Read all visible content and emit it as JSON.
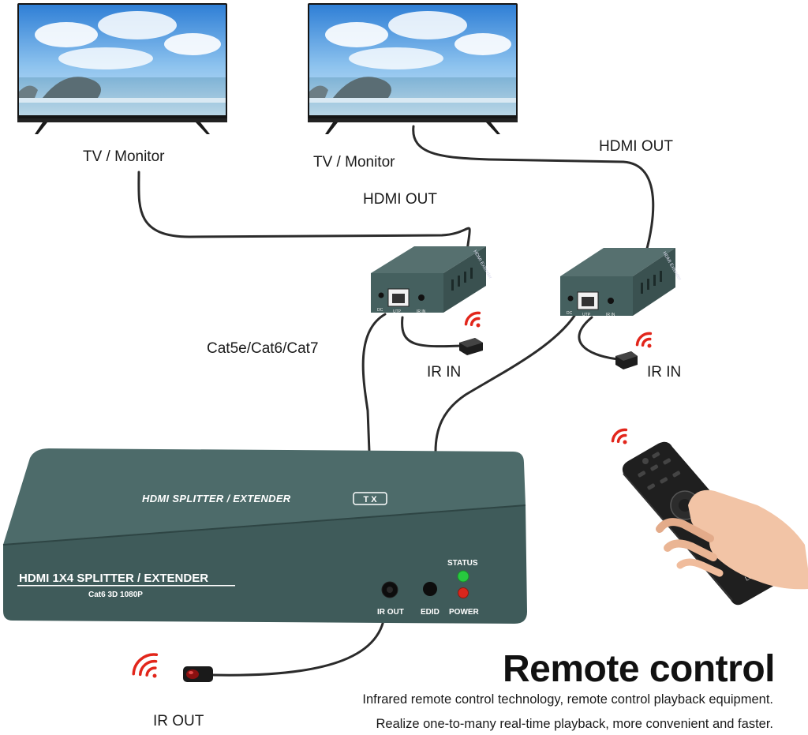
{
  "displays": [
    {
      "label": "TV / Monitor"
    },
    {
      "label": "TV / Monitor"
    }
  ],
  "connections": {
    "hdmi_out_1": "HDMI OUT",
    "hdmi_out_2": "HDMI OUT",
    "cable": "Cat5e/Cat6/Cat7",
    "ir_in_1": "IR IN",
    "ir_in_2": "IR IN",
    "ir_out": "IR OUT"
  },
  "transmitter": {
    "top_label": "HDMI SPLITTER / EXTENDER",
    "top_badge": "T X",
    "front_title": "HDMI 1X4 SPLITTER / EXTENDER",
    "front_subtitle": "Cat6  3D  1080P",
    "port_ir_out": "IR OUT",
    "port_edid": "EDID",
    "led_status": "STATUS",
    "led_power": "POWER"
  },
  "receivers": [
    {
      "port_utp": "UTP",
      "port_ir": "IR IN",
      "port_dc": "DC",
      "side_label": "HDMI Extender"
    },
    {
      "port_utp": "UTP",
      "port_ir": "IR IN",
      "port_dc": "DC",
      "side_label": "HDMI Extender"
    }
  ],
  "remote": {
    "brand": "LeTV"
  },
  "info": {
    "title": "Remote control",
    "line1": "Infrared remote control technology, remote control playback equipment.",
    "line2": "Realize one-to-many real-time playback, more convenient and faster."
  },
  "colors": {
    "device_body": "#3f5b5a",
    "device_top": "#4d6b6a",
    "signal_red": "#e2261b",
    "led_green": "#27c93f",
    "led_red": "#d9261c",
    "cable": "#2b2b2b"
  }
}
